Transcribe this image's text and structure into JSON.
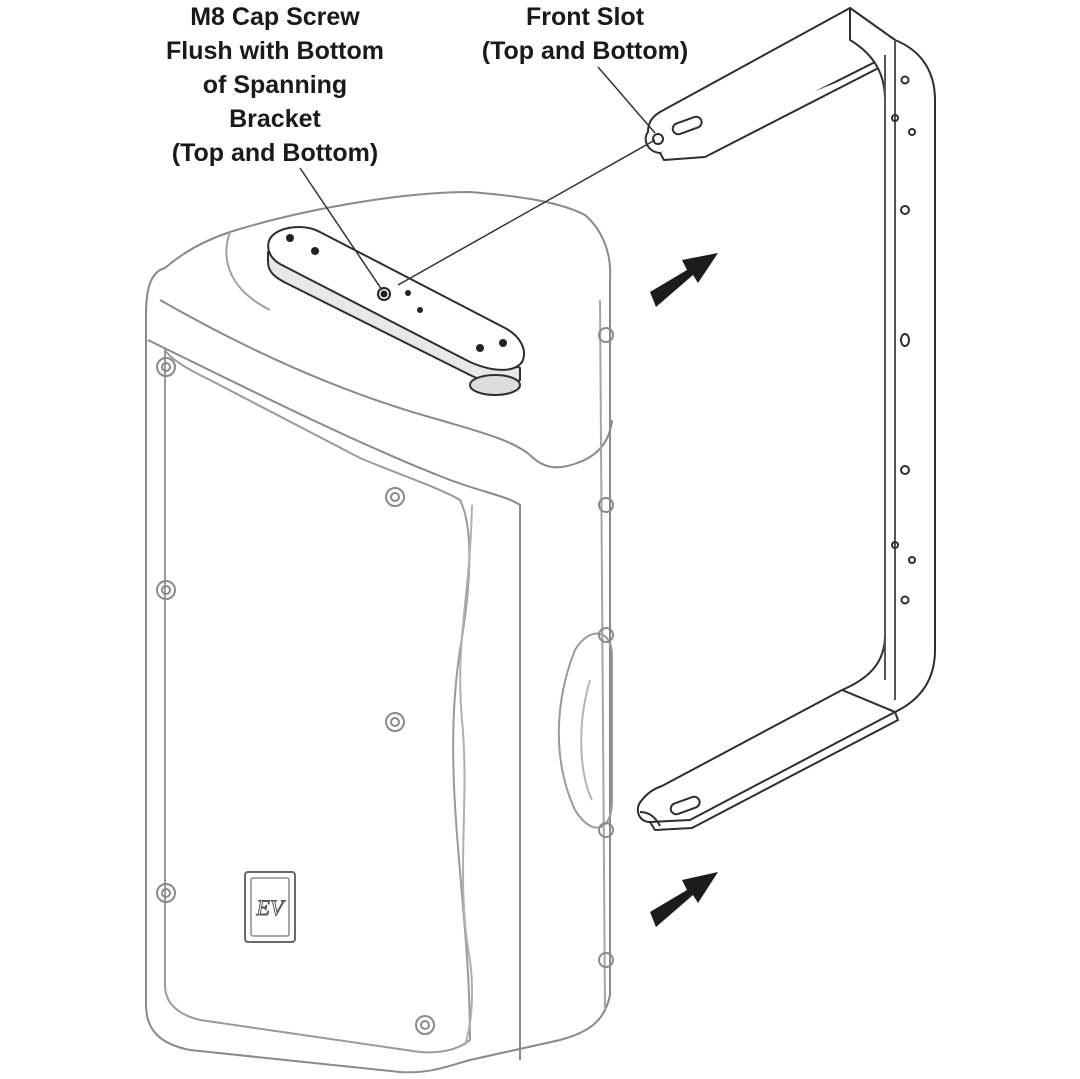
{
  "callouts": {
    "cap_screw": [
      "M8 Cap Screw",
      "Flush with Bottom",
      "of Spanning",
      "Bracket",
      "(Top and Bottom)"
    ],
    "front_slot": [
      "Front Slot",
      "(Top and Bottom)"
    ]
  },
  "logo_text": "EV",
  "colors": {
    "line": "#7a7a7a",
    "line_dark": "#333333",
    "text": "#1a1a1a",
    "arrow": "#1c1c1c",
    "background": "#ffffff"
  },
  "icons": {
    "arrow": "arrow-right-up-icon"
  }
}
